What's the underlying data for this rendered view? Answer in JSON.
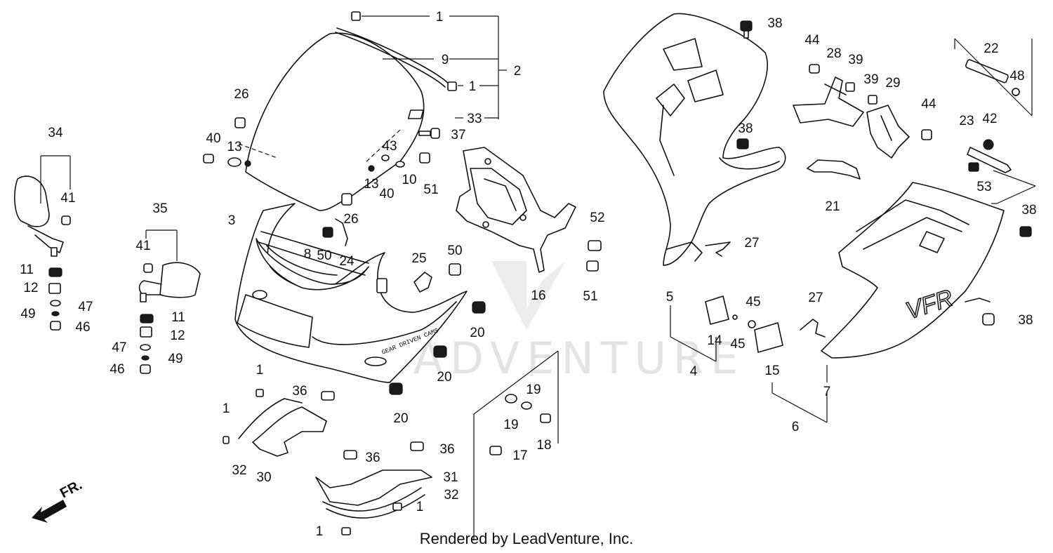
{
  "watermark": "LEADVENTURE",
  "credit": "Rendered by LeadVenture, Inc.",
  "direction_label": "FR.",
  "embossed_text": {
    "fairing_side": "GEAR DRIVEN CAMS",
    "lower_cowl_logo": "VFR"
  },
  "callouts": {
    "c1a": "1",
    "c1b": "1",
    "c1c": "1",
    "c1d": "1",
    "c1e": "1",
    "c1f": "1",
    "c2": "2",
    "c3": "3",
    "c4": "4",
    "c5": "5",
    "c6": "6",
    "c7": "7",
    "c8": "8",
    "c9": "9",
    "c10": "10",
    "c11a": "11",
    "c11b": "11",
    "c12a": "12",
    "c12b": "12",
    "c13a": "13",
    "c13b": "13",
    "c14": "14",
    "c15": "15",
    "c16": "16",
    "c17": "17",
    "c18": "18",
    "c19a": "19",
    "c19b": "19",
    "c20a": "20",
    "c20b": "20",
    "c20c": "20",
    "c21": "21",
    "c22": "22",
    "c23": "23",
    "c24": "24",
    "c25": "25",
    "c26a": "26",
    "c26b": "26",
    "c27a": "27",
    "c27b": "27",
    "c28": "28",
    "c29": "29",
    "c30": "30",
    "c31": "31",
    "c32a": "32",
    "c32b": "32",
    "c33": "33",
    "c34": "34",
    "c35": "35",
    "c36a": "36",
    "c36b": "36",
    "c36c": "36",
    "c37": "37",
    "c38a": "38",
    "c38b": "38",
    "c38c": "38",
    "c38d": "38",
    "c39a": "39",
    "c39b": "39",
    "c40a": "40",
    "c40b": "40",
    "c41a": "41",
    "c41b": "41",
    "c42": "42",
    "c43": "43",
    "c44a": "44",
    "c44b": "44",
    "c45a": "45",
    "c45b": "45",
    "c46a": "46",
    "c46b": "46",
    "c47a": "47",
    "c47b": "47",
    "c48": "48",
    "c49a": "49",
    "c49b": "49",
    "c50a": "50",
    "c50b": "50",
    "c51a": "51",
    "c51b": "51",
    "c52": "52",
    "c53": "53"
  }
}
